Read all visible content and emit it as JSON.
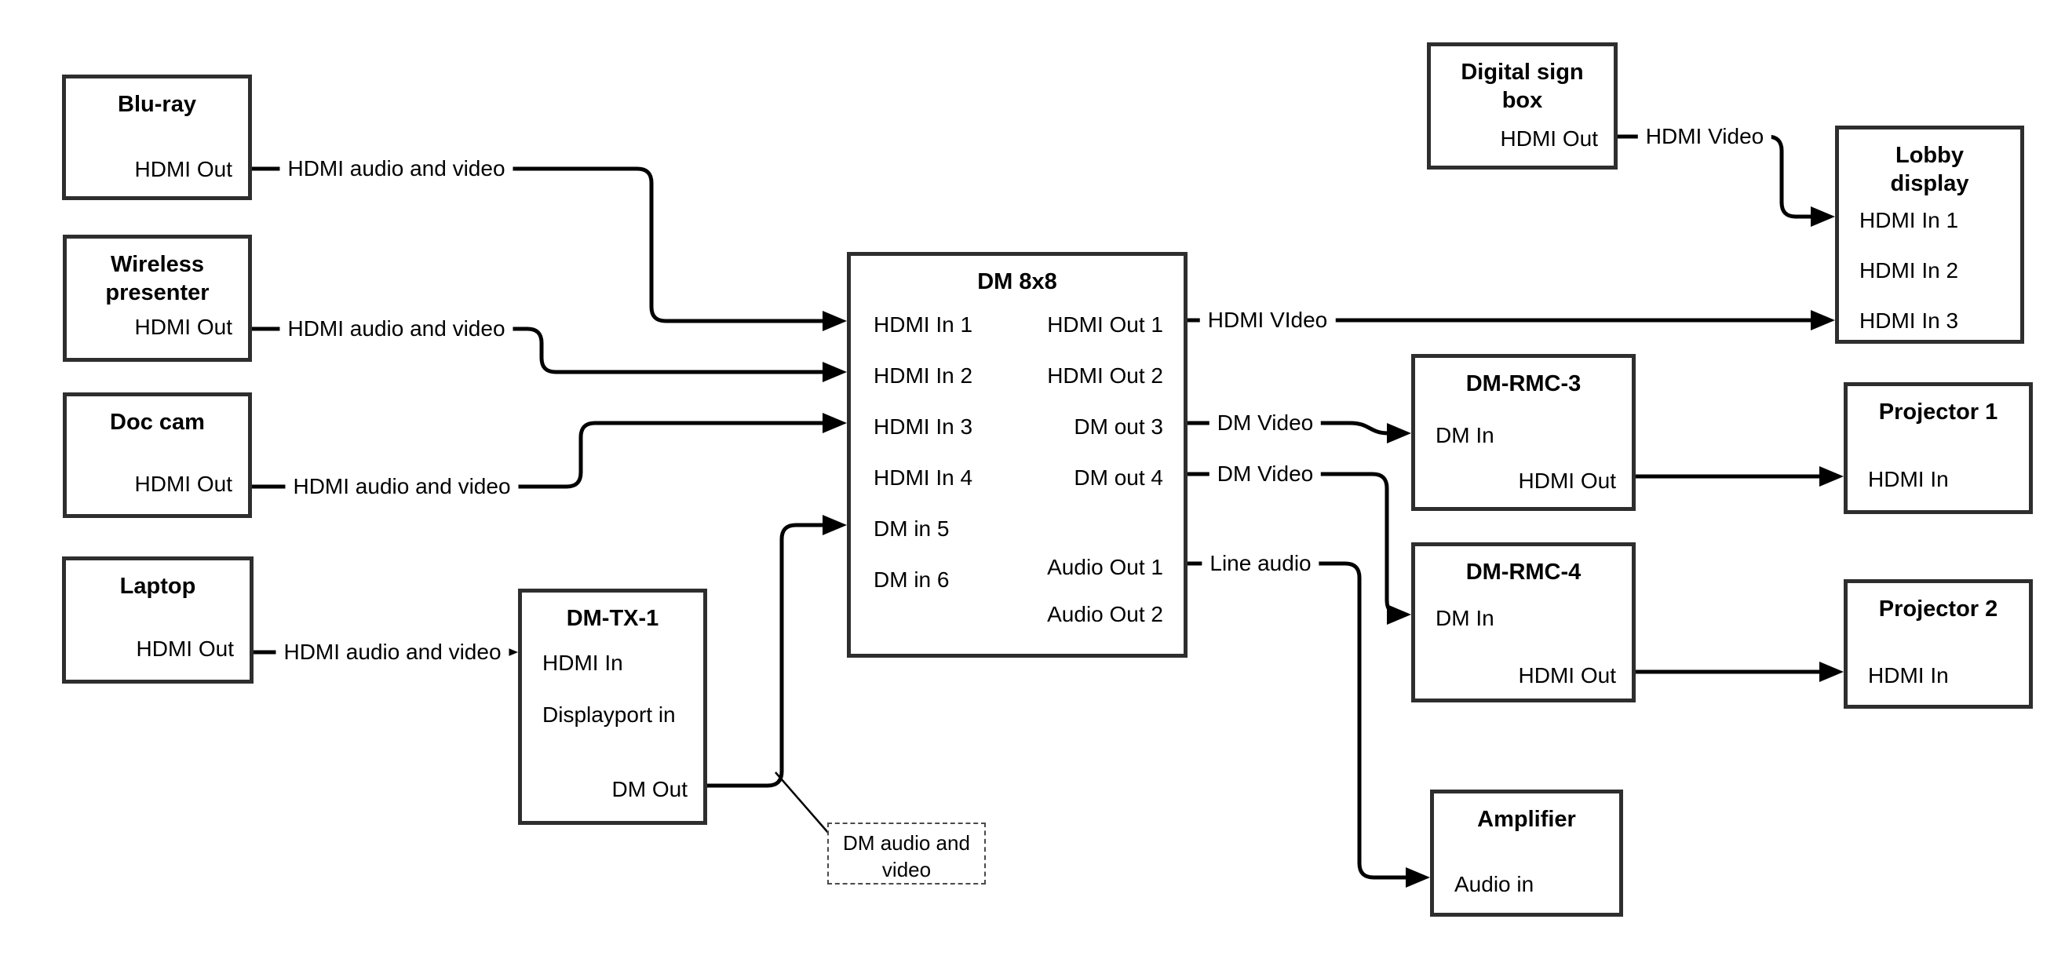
{
  "colors": {
    "background": "#ffffff",
    "line": "#000000",
    "box_border": "#2e2e2e"
  },
  "boxes": {
    "bluray": {
      "title": "Blu-ray",
      "ports": {
        "out": "HDMI Out"
      }
    },
    "wireless": {
      "title": "Wireless presenter",
      "ports": {
        "out": "HDMI Out"
      }
    },
    "doccam": {
      "title": "Doc cam",
      "ports": {
        "out": "HDMI Out"
      }
    },
    "laptop": {
      "title": "Laptop",
      "ports": {
        "out": "HDMI Out"
      }
    },
    "dmtx1": {
      "title": "DM-TX-1",
      "ports": {
        "hdmi_in": "HDMI In",
        "dp_in": "Displayport in",
        "dm_out": "DM Out"
      }
    },
    "dm8x8": {
      "title": "DM 8x8",
      "inputs": [
        "HDMI In 1",
        "HDMI In 2",
        "HDMI In 3",
        "HDMI In 4",
        "DM in 5",
        "DM in 6"
      ],
      "outputs": [
        "HDMI Out 1",
        "HDMI Out 2",
        "DM out 3",
        "DM out 4",
        "Audio Out 1",
        "Audio Out 2"
      ]
    },
    "digisign": {
      "title": "Digital sign box",
      "ports": {
        "out": "HDMI Out"
      }
    },
    "lobby": {
      "title": "Lobby display",
      "ports": {
        "in1": "HDMI In 1",
        "in2": "HDMI In 2",
        "in3": "HDMI In 3"
      }
    },
    "dmrmc3": {
      "title": "DM-RMC-3",
      "ports": {
        "dm_in": "DM In",
        "hdmi_out": "HDMI Out"
      }
    },
    "proj1": {
      "title": "Projector 1",
      "ports": {
        "in": "HDMI In"
      }
    },
    "dmrmc4": {
      "title": "DM-RMC-4",
      "ports": {
        "dm_in": "DM In",
        "hdmi_out": "HDMI Out"
      }
    },
    "proj2": {
      "title": "Projector 2",
      "ports": {
        "in": "HDMI In"
      }
    },
    "amp": {
      "title": "Amplifier",
      "ports": {
        "in": "Audio in"
      }
    }
  },
  "connector_labels": {
    "bluray": "HDMI audio and video",
    "wireless": "HDMI audio and video",
    "doccam": "HDMI audio and video",
    "laptop": "HDMI audio and video",
    "hdmi_out1": "HDMI VIdeo",
    "dm_out3": "DM Video",
    "dm_out4": "DM Video",
    "audio_out1": "Line audio",
    "digisign": "HDMI Video"
  },
  "note": {
    "text": "DM audio and video"
  }
}
